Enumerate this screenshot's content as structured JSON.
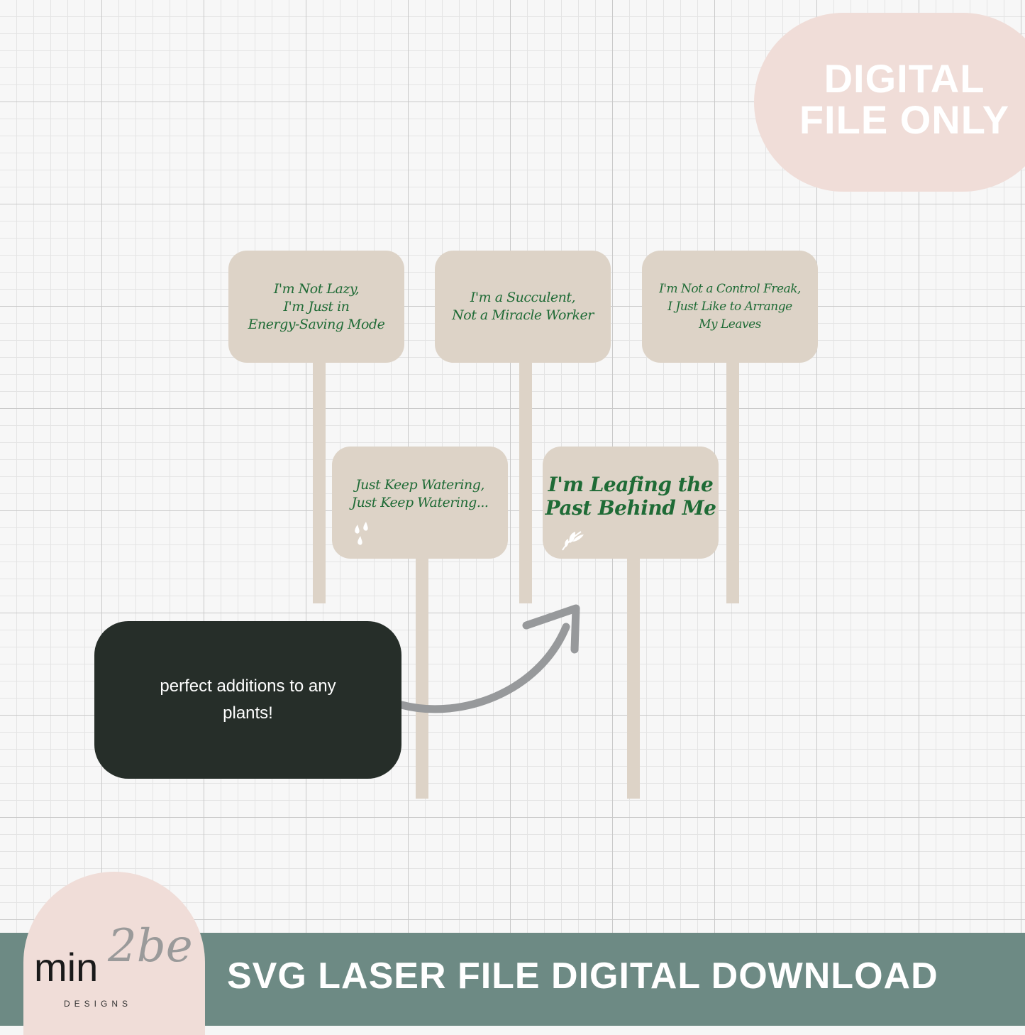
{
  "badge": {
    "line1": "DIGITAL",
    "line2": "FILE ONLY"
  },
  "signs": [
    {
      "lines": [
        "I'm Not Lazy,",
        "I'm Just in",
        "Energy-Saving Mode"
      ]
    },
    {
      "lines": [
        "I'm a Succulent,",
        "Not a Miracle Worker"
      ]
    },
    {
      "lines": [
        "I'm Not a Control Freak,",
        "I Just Like to Arrange",
        "My Leaves"
      ]
    },
    {
      "lines": [
        "Just Keep Watering,",
        "Just Keep Watering..."
      ],
      "icon": "water-drops-icon"
    },
    {
      "lines": [
        "I'm Leafing the",
        "Past Behind Me"
      ],
      "icon": "leaf-icon"
    }
  ],
  "callout": {
    "text": "perfect additions to any plants!"
  },
  "footer": {
    "text": "SVG LASER FILE  DIGITAL DOWNLOAD"
  },
  "logo": {
    "main": "min",
    "script": "2be",
    "sub": "DESIGNS"
  },
  "colors": {
    "sign": "#ddd3c7",
    "sign_text": "#1f6b36",
    "badge": "#f0ddd8",
    "footer": "#6d8a84",
    "callout": "#262e29",
    "arrow": "#97999b"
  }
}
